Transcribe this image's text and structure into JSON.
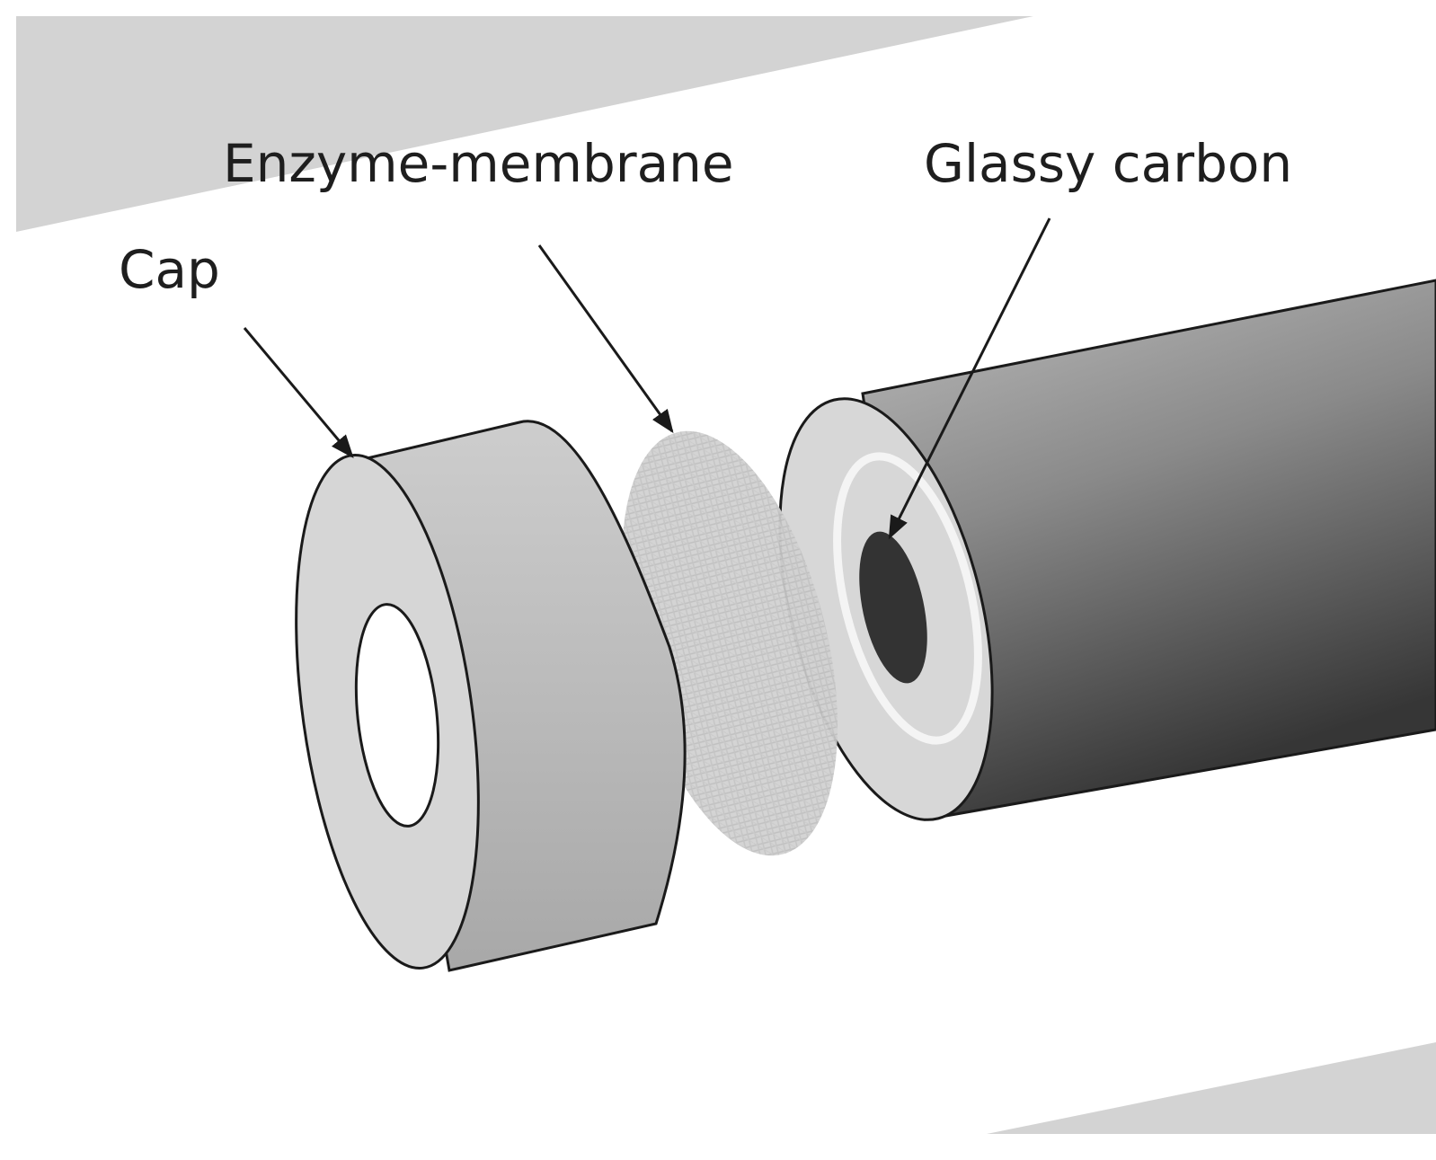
{
  "labels": {
    "cap": "Cap",
    "enzyme_membrane": "Enzyme-membrane",
    "glassy_carbon": "Glassy carbon"
  },
  "colors": {
    "background_band": "#d3d3d3",
    "cap_face": "#d6d6d6",
    "cap_side_light": "#c9c9c9",
    "cap_side_dark": "#a9a9a9",
    "membrane": "#cfcfcf",
    "electrode_face": "#d7d7d7",
    "electrode_body_light": "#b4b4b4",
    "electrode_body_dark": "#3e3e3e",
    "glassy_carbon_disk": "#333333",
    "outline": "#1a1a1a",
    "text": "#1e1e1e"
  }
}
